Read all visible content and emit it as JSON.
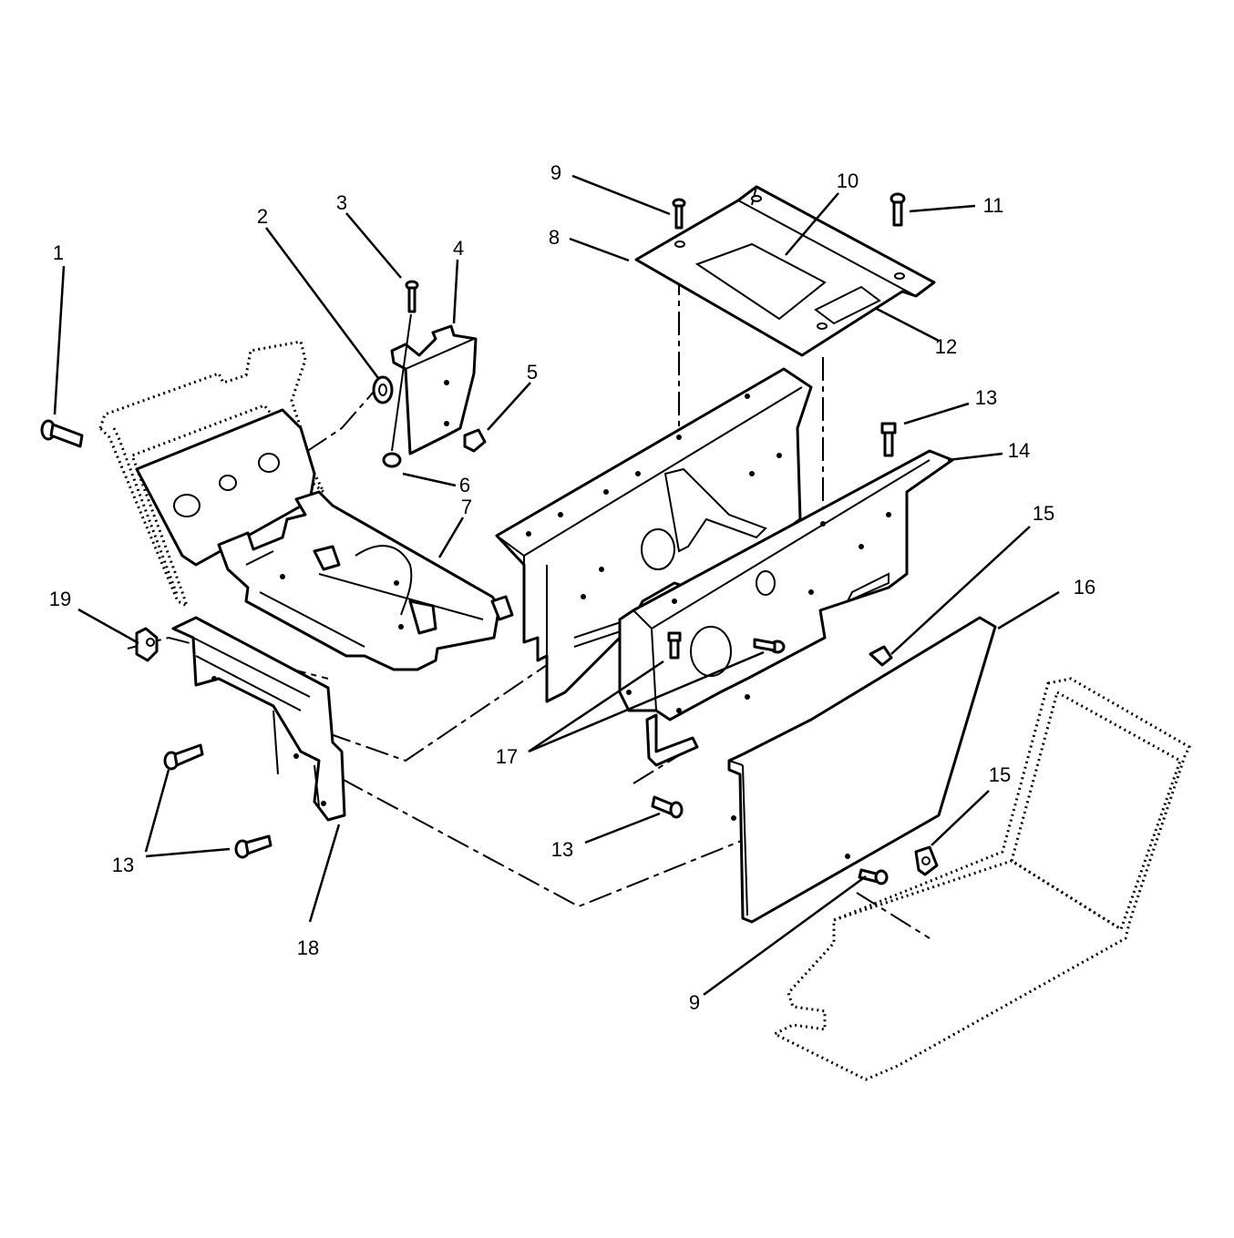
{
  "diagram": {
    "callouts": [
      {
        "id": "c1",
        "text": "1"
      },
      {
        "id": "c2",
        "text": "2"
      },
      {
        "id": "c3",
        "text": "3"
      },
      {
        "id": "c4",
        "text": "4"
      },
      {
        "id": "c5",
        "text": "5"
      },
      {
        "id": "c6",
        "text": "6"
      },
      {
        "id": "c7",
        "text": "7"
      },
      {
        "id": "c8",
        "text": "8"
      },
      {
        "id": "c9a",
        "text": "9"
      },
      {
        "id": "c9b",
        "text": "9"
      },
      {
        "id": "c10",
        "text": "10"
      },
      {
        "id": "c11",
        "text": "11"
      },
      {
        "id": "c12",
        "text": "12"
      },
      {
        "id": "c13a",
        "text": "13"
      },
      {
        "id": "c13b",
        "text": "13"
      },
      {
        "id": "c13c",
        "text": "13"
      },
      {
        "id": "c14",
        "text": "14"
      },
      {
        "id": "c15a",
        "text": "15"
      },
      {
        "id": "c15b",
        "text": "15"
      },
      {
        "id": "c16",
        "text": "16"
      },
      {
        "id": "c17",
        "text": "17"
      },
      {
        "id": "c18",
        "text": "18"
      },
      {
        "id": "c19",
        "text": "19"
      }
    ]
  }
}
